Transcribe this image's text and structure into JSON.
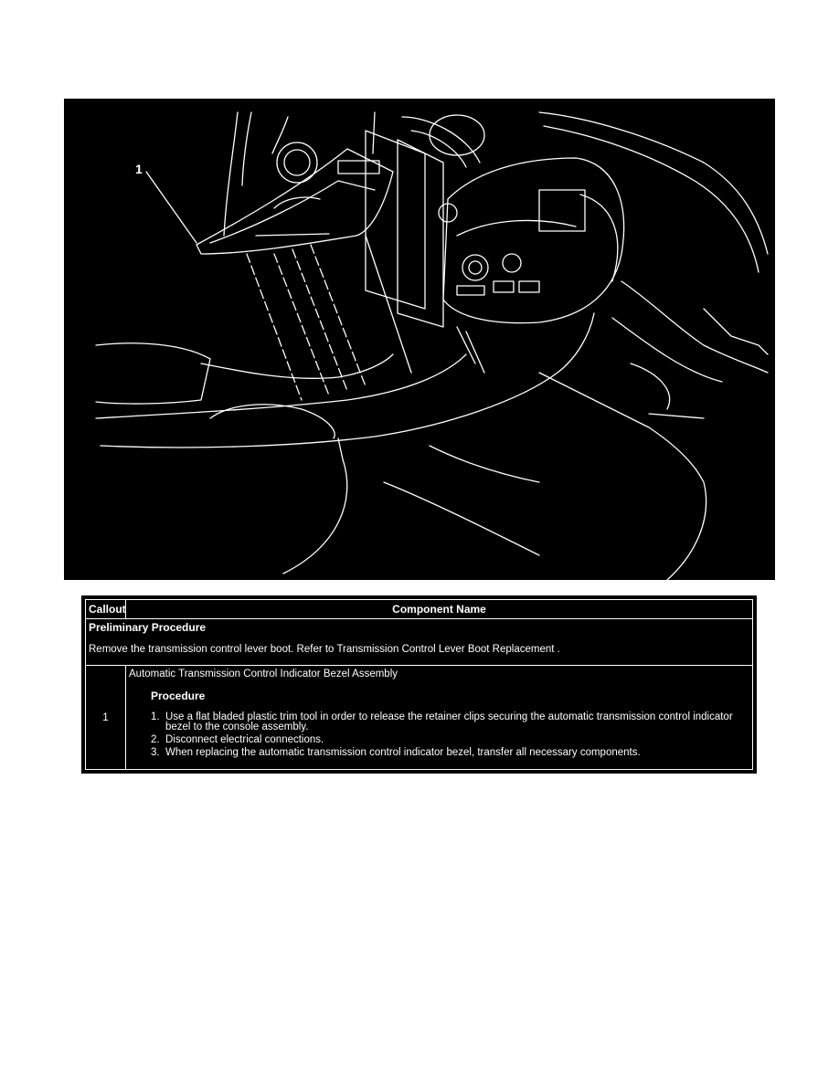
{
  "illustration": {
    "callout_label": "1"
  },
  "table": {
    "header_callout": "Callout",
    "header_component": "Component Name",
    "preliminary_title": "Preliminary Procedure",
    "preliminary_text": "Remove the transmission control lever boot. Refer to Transmission Control Lever Boot Replacement .",
    "rows": [
      {
        "callout": "1",
        "component": "Automatic Transmission Control Indicator Bezel Assembly",
        "procedure_title": "Procedure",
        "steps": [
          {
            "num": "1.",
            "text": "Use a flat bladed plastic trim tool in order to release the retainer clips securing the automatic transmission control indicator bezel to the console assembly."
          },
          {
            "num": "2.",
            "text": "Disconnect electrical connections."
          },
          {
            "num": "3.",
            "text": "When replacing the automatic transmission control indicator bezel, transfer all necessary components."
          }
        ]
      }
    ]
  }
}
